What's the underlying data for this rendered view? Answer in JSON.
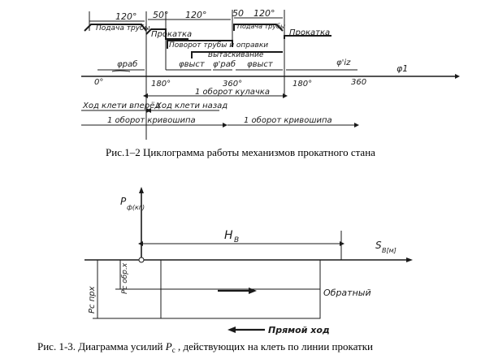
{
  "figure1": {
    "top_angles": [
      "120°",
      "50°",
      "120°",
      "50",
      "120°"
    ],
    "labels": {
      "feed_tube": "Подача трубы",
      "rolling_1": "Прокатка",
      "turn_tube": "Поворот трубы и оправки",
      "feed_tube_2": "Подача трубы",
      "rolling_2": "Прокатка",
      "pulling_out": "Вытаскивание"
    },
    "phi_labels": {
      "phi_rab": "φраб",
      "phi_vyst_1": "φвыст",
      "phi_rab_2": "φ'раб",
      "phi_vyst_2": "φвыст",
      "phi_iz": "φ'iz",
      "phi_1": "φ1"
    },
    "angle_axis": [
      "0°",
      "180°",
      "360°",
      "180°",
      "360"
    ],
    "turn_crank_stand": "1 оборот кулачка",
    "stand_forward": "Ход клети вперёд",
    "stand_back": "Ход клети назад",
    "crank_1": "1 оборот кривошипа",
    "crank_2": "1 оборот кривошипа",
    "caption": "Рис.1–2 Циклограмма работы механизмов прокатного стана"
  },
  "figure2": {
    "y_axis": "P",
    "y_axis_sub": "ф(кг)",
    "x_axis": "S",
    "x_axis_sub": "B[м]",
    "hb_main": "H",
    "hb_sub": "B",
    "p_pr": "Pс прх",
    "p_obr": "Pс обр.х",
    "reverse": "Обратный",
    "forward": "Прямой ход",
    "caption_prefix": "Рис. 1-3. Диаграмма усилий ",
    "caption_var": "P",
    "caption_sub": "c",
    "caption_suffix": " , действующих на клеть по линии прокатки"
  }
}
